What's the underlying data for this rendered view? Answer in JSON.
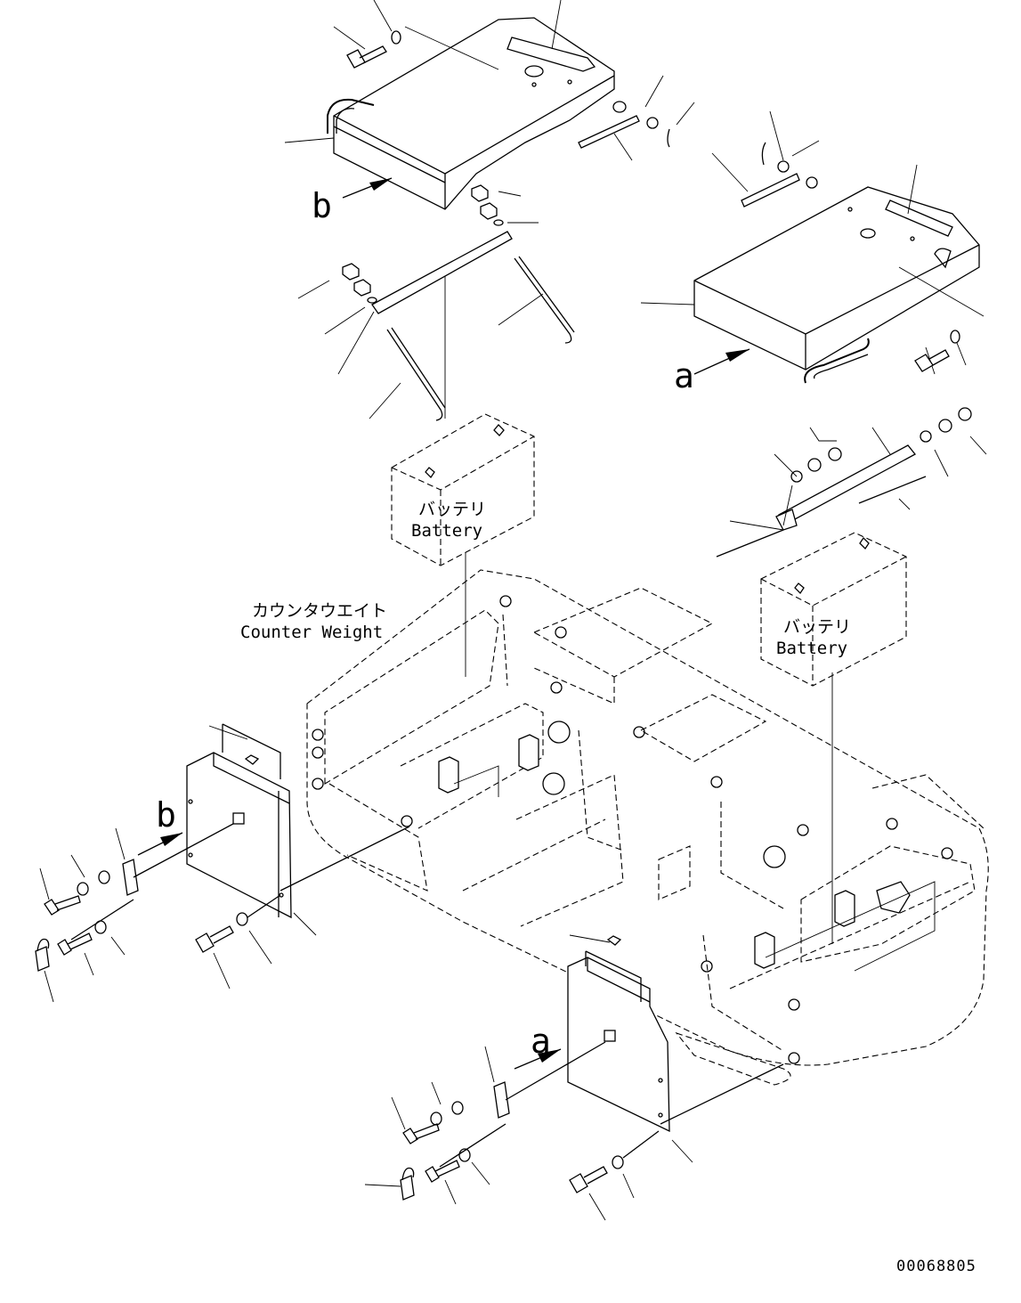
{
  "callouts": {
    "a_top": "a",
    "b_top": "b",
    "a_bottom": "a",
    "b_left": "b"
  },
  "battery_left": {
    "jp": "バッテリ",
    "en": "Battery"
  },
  "battery_right": {
    "jp": "バッテリ",
    "en": "Battery"
  },
  "counterweight": {
    "jp": "カウンタウエイト",
    "en": "Counter Weight"
  },
  "drawing_number": "00068805"
}
